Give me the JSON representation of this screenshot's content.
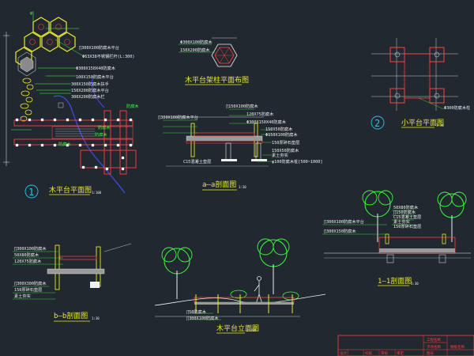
{
  "titles": {
    "plan": "木平台平面图",
    "hex_plan": "木平台架柱平面布图",
    "aa": "a—a剖面图",
    "small_plan": "小平台平面图",
    "bb": "b—b剖面图",
    "elev": "木平台立面图",
    "cc": "1—1剖面图"
  },
  "scales": {
    "plan": "1:100",
    "aa": "1:30",
    "small_plan": "1:30",
    "bb": "1:30",
    "elev": "1:100",
    "cc": "1:30"
  },
  "circle_numbers": {
    "plan": "1",
    "small_plan": "2"
  },
  "plan_notes": [
    "∏300X100防腐木平台",
    "Φ63X38不锈钢栏杆(L:300)",
    "Φ300X150X40防腐木",
    "100X150防腐木平台",
    "300X150防腐木扶手",
    "150X200防腐木平台",
    "300X200防腐木栏"
  ],
  "plan_labels": [
    "防腐木",
    "防腐木",
    "防腐木",
    "防腐木"
  ],
  "hex_notes": [
    "Φ300X100防腐木",
    "150X200防腐木"
  ],
  "aa_notes": [
    "∏300X100防腐木平台",
    "∏150X100防腐木",
    "120X75防腐木",
    "Φ300X150X40防腐木",
    "150X50防腐木",
    "Φ150X100防腐木",
    "C15混凝土垫层",
    "150厚碎石垫层",
    "150X50防腐木",
    "素土夯实",
    "φ100防腐木桩[500~1000]"
  ],
  "small_notes": [
    "Φ300防腐木柱"
  ],
  "bb_notes": [
    "∏300X100防腐木",
    "50X80防腐木",
    "120X75防腐木",
    "∏300X300防腐木",
    "150厚碎石垫层",
    "素土夯实"
  ],
  "elev_notes": [
    "∏50防腐木",
    "∏300X100防腐木"
  ],
  "cc_notes": [
    "∏300X100防腐木平台",
    "∏300X150防腐木",
    "50X80防腐木",
    "∏150防腐木",
    "C15混凝土垫层",
    "素土夯实",
    "150厚碎石垫层"
  ],
  "title_block": {
    "r1": [
      "工程名称",
      ""
    ],
    "r2": [
      "子项名称",
      "图纸名称",
      "图号"
    ],
    "r3": [
      "设计",
      "校核",
      "审核",
      "审定"
    ]
  }
}
